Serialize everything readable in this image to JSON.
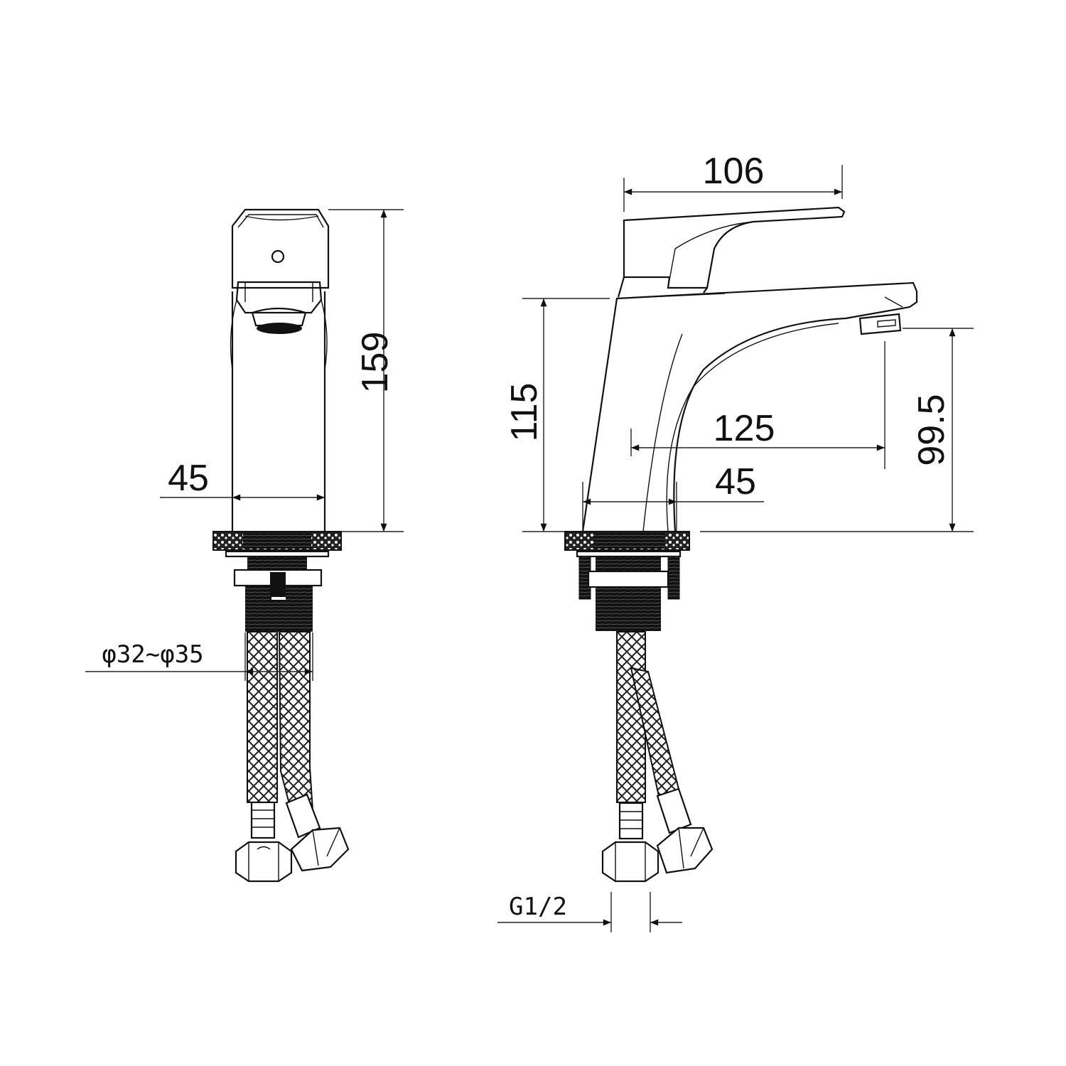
{
  "front_view": {
    "height_label": "159",
    "width_label": "45",
    "hole_label": "φ32~φ35"
  },
  "side_view": {
    "handle_length_label": "106",
    "spout_top_height_label": "115",
    "spout_reach_label": "125",
    "spout_outlet_height_label": "99.5",
    "base_width_label": "45",
    "connection_label": "G1/2"
  }
}
